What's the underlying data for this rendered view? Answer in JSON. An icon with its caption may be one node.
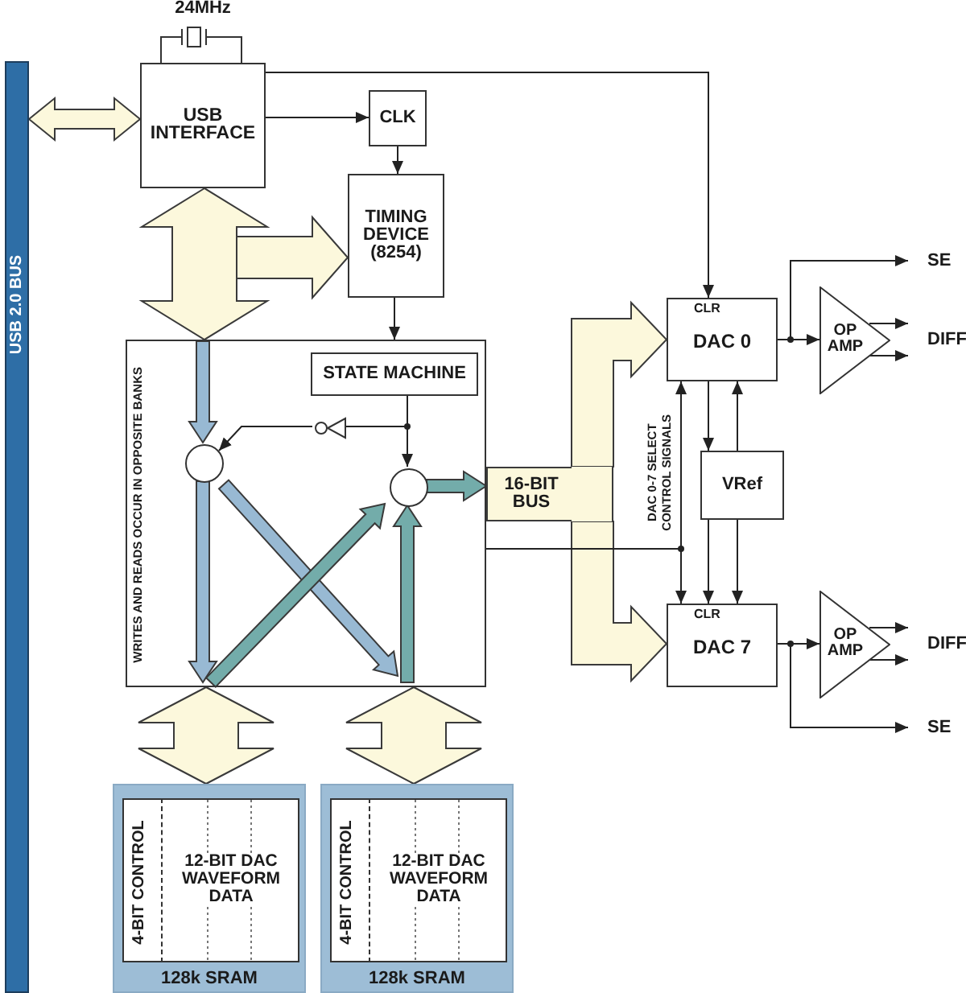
{
  "diagram": {
    "nodes": [
      {
        "text": [
          "USB 2.0 BUS"
        ]
      },
      {
        "text": [
          "USB INTERFACE"
        ]
      },
      {
        "text": [
          "CLK"
        ]
      },
      {
        "text": [
          "TIMING DEVICE (8254)"
        ]
      },
      {
        "text": [
          "WRITES AND READS OCCUR IN OPPOSITE BANKS"
        ]
      },
      {
        "text": [
          "STATE MACHINE"
        ],
        "in": 4
      },
      {
        "text": [],
        "shape": "circle",
        "in": 4
      },
      {
        "text": [],
        "shape": "circle",
        "in": 4
      },
      {
        "text": [],
        "shape": "triangle",
        "in": 4
      },
      {
        "text": [
          "16-BIT BUS"
        ]
      },
      {
        "text": [
          "CLR",
          "DAC 0"
        ]
      },
      {
        "text": [
          "VRef"
        ]
      },
      {
        "text": [
          "CLR",
          "DAC 7"
        ]
      },
      {
        "text": [
          "OP AMP"
        ]
      },
      {
        "text": [
          "OP AMP"
        ]
      },
      {
        "text": [
          "SE"
        ]
      },
      {
        "text": [
          "DIFF"
        ]
      },
      {
        "text": [
          "DIFF"
        ]
      },
      {
        "text": [
          "SE"
        ]
      },
      {
        "text": [
          "128k SRAM"
        ]
      },
      {
        "text": [
          "4-BIT CONTROL"
        ],
        "in": 19
      },
      {
        "text": [
          "12-BIT DAC WAVEFORM DATA"
        ],
        "in": 19
      },
      {
        "text": [
          "128k SRAM"
        ]
      },
      {
        "text": [
          "4-BIT CONTROL"
        ],
        "in": 22
      },
      {
        "text": [
          "12-BIT DAC WAVEFORM DATA"
        ],
        "in": 22
      }
    ],
    "edges": [
      {
        "from": 0,
        "to": 1,
        "arrow": "both",
        "style": "thick",
        "color": "#fcf8dc"
      },
      {
        "from": 1,
        "to": 2,
        "arrow": "to"
      },
      {
        "from": 2,
        "to": 3,
        "arrow": "to"
      },
      {
        "from": 1,
        "to": 4,
        "arrow": "both",
        "style": "thick",
        "color": "#fcf8dc"
      },
      {
        "from": 1,
        "to": 3,
        "arrow": "to",
        "style": "thick",
        "color": "#fcf8dc"
      },
      {
        "from": 3,
        "to": 4,
        "arrow": "to"
      },
      {
        "from": 1,
        "to": 10,
        "arrow": "to"
      },
      {
        "from": null,
        "to": 6,
        "arrow": "to",
        "style": "thick",
        "color": "#98b9d3"
      },
      {
        "from": 6,
        "to": null,
        "arrow": "to",
        "style": "thick",
        "color": "#98b9d3"
      },
      {
        "from": 6,
        "to": null,
        "arrow": "to",
        "style": "thick",
        "color": "#98b9d3"
      },
      {
        "from": null,
        "to": 7,
        "arrow": "to",
        "style": "thick",
        "color": "#73acaa"
      },
      {
        "from": null,
        "to": 7,
        "arrow": "to",
        "style": "thick",
        "color": "#73acaa"
      },
      {
        "from": 7,
        "to": 9,
        "arrow": "to",
        "style": "thick",
        "color": "#73acaa"
      },
      {
        "from": 5,
        "to": 7,
        "arrow": "to"
      },
      {
        "from": 5,
        "to": 8,
        "arrow": "none"
      },
      {
        "from": 8,
        "to": 6,
        "arrow": "to"
      },
      {
        "from": 4,
        "to": 19,
        "arrow": "both",
        "style": "thick",
        "color": "#fcf8dc"
      },
      {
        "from": 4,
        "to": 22,
        "arrow": "both",
        "style": "thick",
        "color": "#fcf8dc"
      },
      {
        "from": 9,
        "to": 10,
        "arrow": "to",
        "style": "thick",
        "color": "#fcf8dc"
      },
      {
        "from": 9,
        "to": 12,
        "arrow": "to",
        "style": "thick",
        "color": "#fcf8dc"
      },
      {
        "from": 4,
        "to": 10,
        "arrow": "to"
      },
      {
        "from": 4,
        "to": 12,
        "arrow": "to"
      },
      {
        "from": 10,
        "to": 11,
        "arrow": "to"
      },
      {
        "from": 11,
        "to": 10,
        "arrow": "to"
      },
      {
        "from": 11,
        "to": 12,
        "arrow": "to"
      },
      {
        "from": 11,
        "to": 12,
        "arrow": "to"
      },
      {
        "from": 10,
        "to": 13,
        "arrow": "to"
      },
      {
        "from": 10,
        "to": 15,
        "arrow": "to"
      },
      {
        "from": 13,
        "to": 16,
        "arrow": "to"
      },
      {
        "from": 13,
        "to": 16,
        "arrow": "to"
      },
      {
        "from": 12,
        "to": 14,
        "arrow": "to"
      },
      {
        "from": 12,
        "to": 18,
        "arrow": "to"
      },
      {
        "from": 14,
        "to": 17,
        "arrow": "to"
      },
      {
        "from": 14,
        "to": 17,
        "arrow": "to"
      }
    ],
    "labels": [
      "24MHz",
      "DAC 0-7 SELECT CONTROL SIGNALS"
    ]
  }
}
